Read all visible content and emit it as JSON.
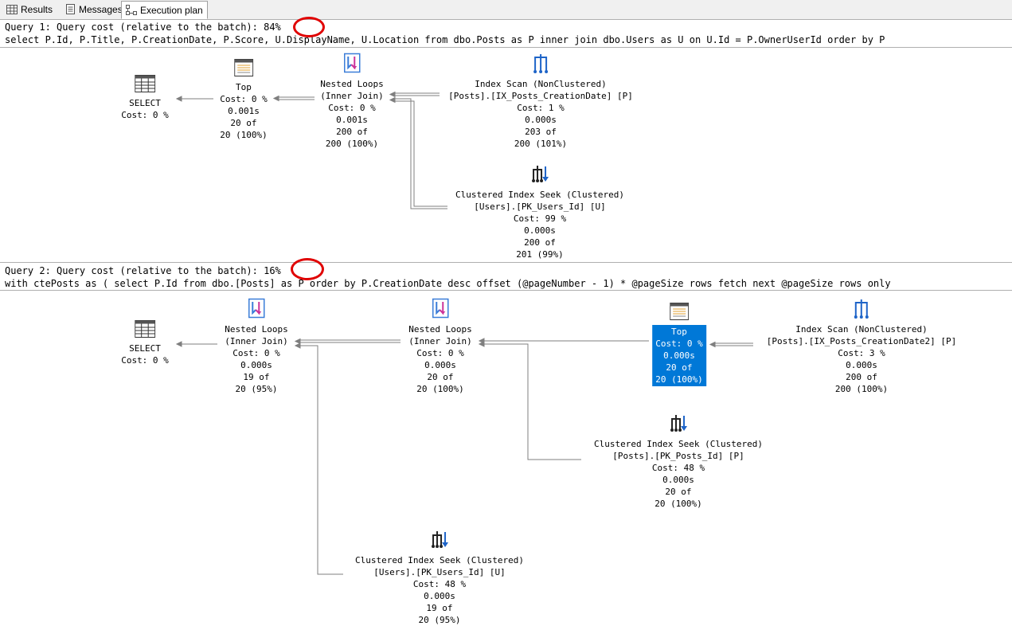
{
  "tabs": [
    {
      "label": "Results",
      "icon": "grid-icon",
      "active": false
    },
    {
      "label": "Messages",
      "icon": "messages-icon",
      "active": false
    },
    {
      "label": "Execution plan",
      "icon": "plan-icon",
      "active": true
    }
  ],
  "queries": [
    {
      "header": "Query 1: Query cost (relative to the batch): 84%",
      "sql": "select P.Id, P.Title, P.CreationDate, P.Score, U.DisplayName, U.Location from dbo.Posts as P inner join dbo.Users as U on U.Id = P.OwnerUserId order by P",
      "nodes": [
        {
          "id": "q1-select",
          "icon": "select-icon",
          "lines": [
            "SELECT",
            "Cost: 0 %"
          ]
        },
        {
          "id": "q1-top",
          "icon": "top-icon",
          "lines": [
            "Top",
            "Cost: 0 %",
            "0.001s",
            "20 of",
            "20 (100%)"
          ]
        },
        {
          "id": "q1-nested-loops",
          "icon": "nested-loops-icon",
          "lines": [
            "Nested Loops",
            "(Inner Join)",
            "Cost: 0 %",
            "0.001s",
            "200 of",
            "200 (100%)"
          ]
        },
        {
          "id": "q1-index-scan",
          "icon": "index-scan-icon",
          "lines": [
            "Index Scan (NonClustered)",
            "[Posts].[IX_Posts_CreationDate] [P]",
            "Cost: 1 %",
            "0.000s",
            "203 of",
            "200 (101%)"
          ]
        },
        {
          "id": "q1-clustered-seek",
          "icon": "clustered-seek-icon",
          "lines": [
            "Clustered Index Seek (Clustered)",
            "[Users].[PK_Users_Id] [U]",
            "Cost: 99 %",
            "0.000s",
            "200 of",
            "201 (99%)"
          ]
        }
      ]
    },
    {
      "header": "Query 2: Query cost (relative to the batch): 16%",
      "sql": "with ctePosts as ( select P.Id from dbo.[Posts] as P order by P.CreationDate desc offset (@pageNumber - 1) * @pageSize rows fetch next @pageSize rows only",
      "nodes": [
        {
          "id": "q2-select",
          "icon": "select-icon",
          "lines": [
            "SELECT",
            "Cost: 0 %"
          ]
        },
        {
          "id": "q2-nested-loops-1",
          "icon": "nested-loops-icon",
          "lines": [
            "Nested Loops",
            "(Inner Join)",
            "Cost: 0 %",
            "0.000s",
            "19 of",
            "20 (95%)"
          ]
        },
        {
          "id": "q2-nested-loops-2",
          "icon": "nested-loops-icon",
          "lines": [
            "Nested Loops",
            "(Inner Join)",
            "Cost: 0 %",
            "0.000s",
            "20 of",
            "20 (100%)"
          ]
        },
        {
          "id": "q2-top",
          "icon": "top-icon",
          "selected": true,
          "lines": [
            "Top",
            "Cost: 0 %",
            "0.000s",
            "20 of",
            "20 (100%)"
          ]
        },
        {
          "id": "q2-index-scan",
          "icon": "index-scan-icon",
          "lines": [
            "Index Scan (NonClustered)",
            "[Posts].[IX_Posts_CreationDate2] [P]",
            "Cost: 3 %",
            "0.000s",
            "200 of",
            "200 (100%)"
          ]
        },
        {
          "id": "q2-clustered-seek-posts",
          "icon": "clustered-seek-icon",
          "lines": [
            "Clustered Index Seek (Clustered)",
            "[Posts].[PK_Posts_Id] [P]",
            "Cost: 48 %",
            "0.000s",
            "20 of",
            "20 (100%)"
          ]
        },
        {
          "id": "q2-clustered-seek-users",
          "icon": "clustered-seek-icon",
          "lines": [
            "Clustered Index Seek (Clustered)",
            "[Users].[PK_Users_Id] [U]",
            "Cost: 48 %",
            "0.000s",
            "19 of",
            "20 (95%)"
          ]
        }
      ]
    }
  ],
  "colors": {
    "highlight": "#0078d7",
    "annotation": "#e00000",
    "edge": "#7f7f7f"
  }
}
